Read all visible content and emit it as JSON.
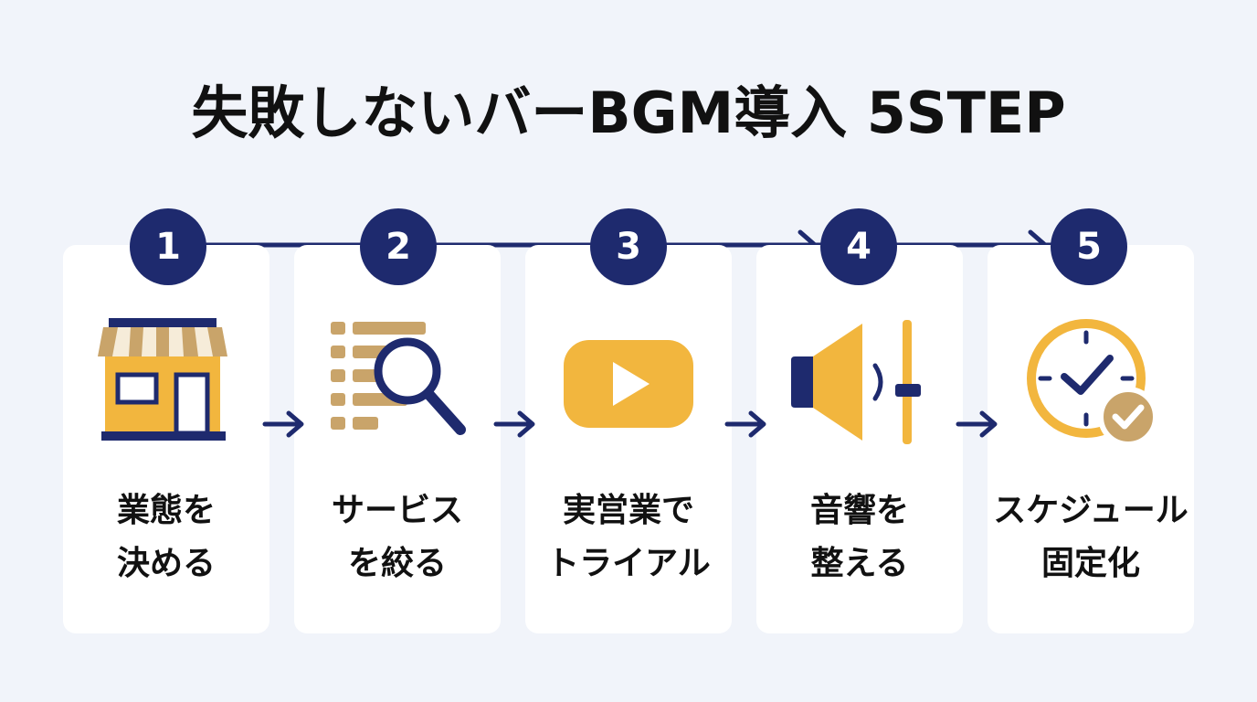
{
  "title": "失敗しないバーBGM導入 5STEP",
  "colors": {
    "navy": "#1e2a6e",
    "amber": "#f2b63e",
    "tan": "#c9a46a",
    "background": "#f1f4fa",
    "card": "#ffffff"
  },
  "steps": [
    {
      "number": "1",
      "line1": "業態を",
      "line2": "決める",
      "icon": "storefront-icon"
    },
    {
      "number": "2",
      "line1": "サービス",
      "line2": "を絞る",
      "icon": "list-search-icon"
    },
    {
      "number": "3",
      "line1": "実営業で",
      "line2": "トライアル",
      "icon": "video-play-icon"
    },
    {
      "number": "4",
      "line1": "音響を",
      "line2": "整える",
      "icon": "speaker-slider-icon"
    },
    {
      "number": "5",
      "line1": "スケジュール",
      "line2": "固定化",
      "icon": "clock-check-icon"
    }
  ]
}
